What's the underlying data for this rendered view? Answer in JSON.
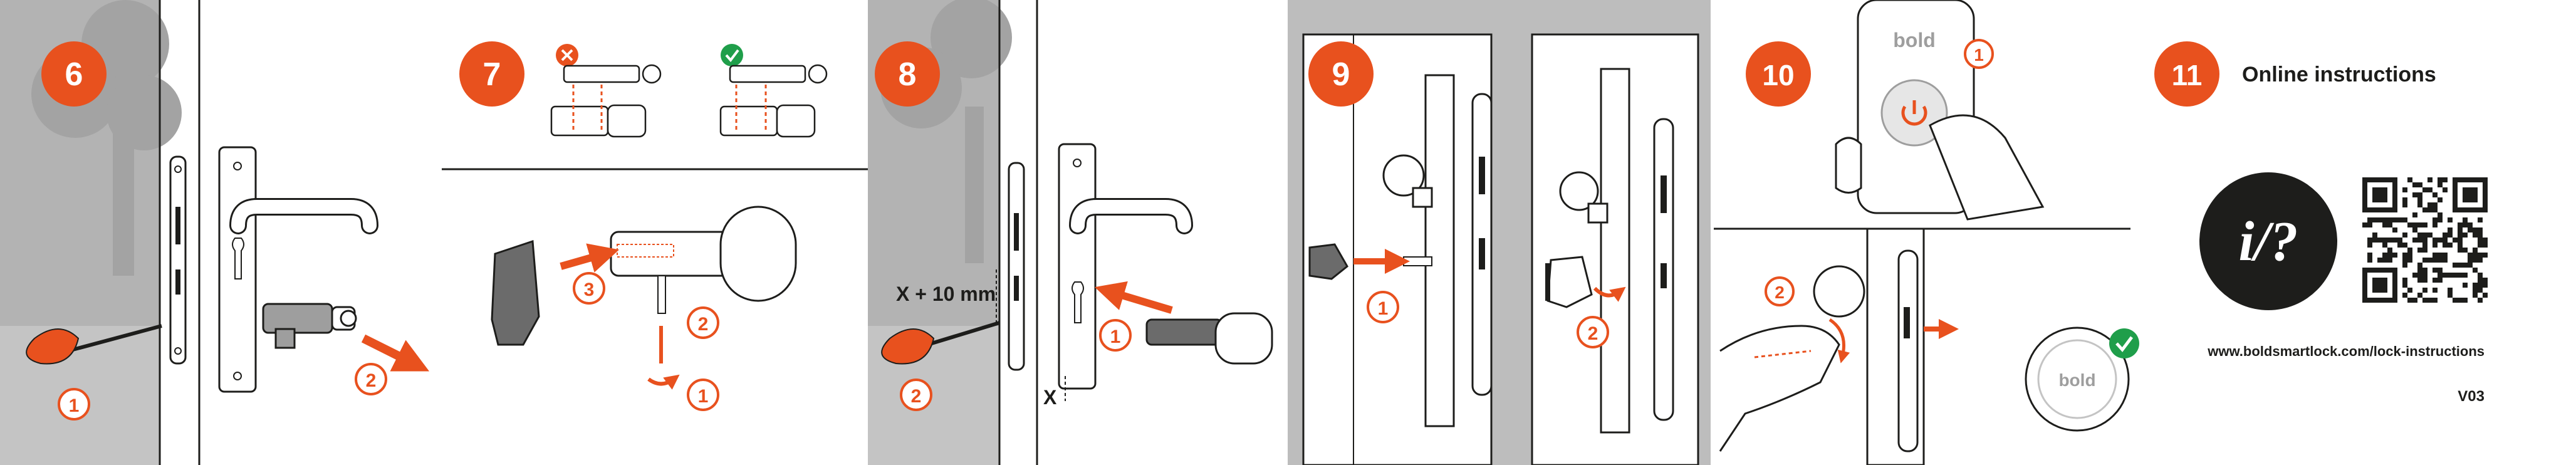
{
  "colors": {
    "accent": "#e8511e",
    "ink": "#1d1d1b",
    "gray_wall": "#b3b3b3",
    "gray_panel": "#bdbdbd",
    "light_gray": "#d9d9d9",
    "success": "#1f9e4a",
    "error": "#e8511e"
  },
  "steps": {
    "s6": {
      "number": "6",
      "subs": [
        "1",
        "2"
      ]
    },
    "s7": {
      "number": "7",
      "subs": [
        "1",
        "2",
        "3"
      ]
    },
    "s8": {
      "number": "8",
      "subs": [
        "1",
        "2"
      ],
      "measure_label": "X + 10 mm",
      "x_label": "X"
    },
    "s9": {
      "number": "9",
      "subs": [
        "1",
        "2"
      ]
    },
    "s10": {
      "number": "10",
      "subs": [
        "1",
        "2"
      ],
      "logo_text": "bold"
    },
    "s11": {
      "number": "11",
      "title": "Online instructions",
      "help_glyph": "i/?",
      "url": "www.boldsmartlock.com/lock-instructions",
      "version": "V03",
      "lock_logo": "bold"
    }
  },
  "icons": {
    "fail": "cross-icon",
    "ok": "check-icon"
  }
}
